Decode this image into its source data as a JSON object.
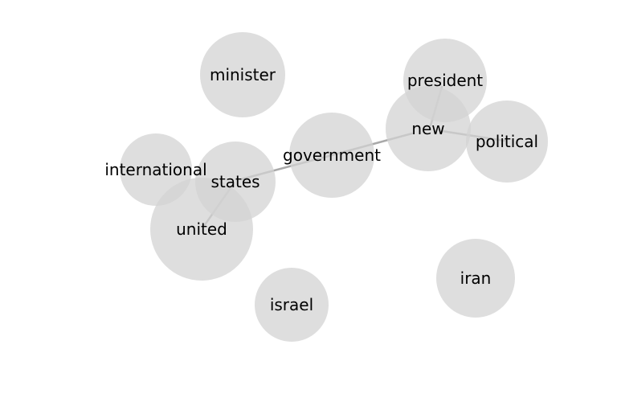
{
  "diagram": {
    "type": "word-cooccurrence-bubble-graph",
    "colors": {
      "bubble": "#d3d3d3",
      "edge": "#a9a9a9",
      "text": "#000000",
      "background": "#ffffff"
    },
    "nodes": [
      {
        "id": "minister",
        "label": "minister"
      },
      {
        "id": "president",
        "label": "president"
      },
      {
        "id": "international",
        "label": "international"
      },
      {
        "id": "government",
        "label": "government"
      },
      {
        "id": "new",
        "label": "new"
      },
      {
        "id": "political",
        "label": "political"
      },
      {
        "id": "united",
        "label": "united"
      },
      {
        "id": "states",
        "label": "states"
      },
      {
        "id": "israel",
        "label": "israel"
      },
      {
        "id": "iran",
        "label": "iran"
      }
    ],
    "edges": [
      {
        "source": "united",
        "target": "states"
      },
      {
        "source": "states",
        "target": "government"
      },
      {
        "source": "government",
        "target": "new"
      },
      {
        "source": "new",
        "target": "president"
      },
      {
        "source": "new",
        "target": "political"
      }
    ]
  }
}
